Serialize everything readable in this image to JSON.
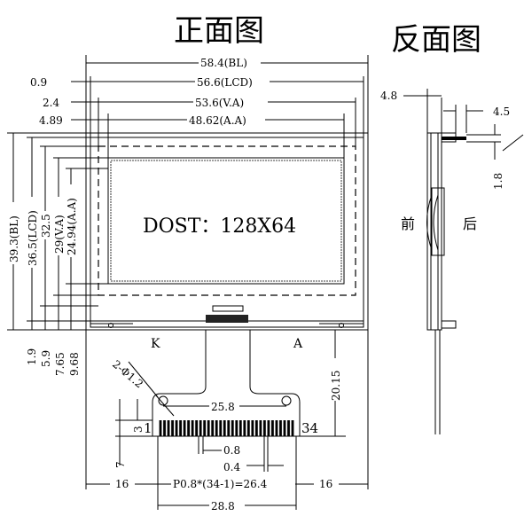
{
  "titles": {
    "front": "正面图",
    "back": "反面图"
  },
  "module_label": "DOST：128X64",
  "side_labels": {
    "front": "前",
    "back": "后"
  },
  "pin_labels": {
    "k": "K",
    "a": "A",
    "pin1": "1",
    "pin34": "34"
  },
  "dimensions": {
    "top": {
      "d1_left": "0.9",
      "d1_main": "58.4(BL)",
      "d2_main": "56.6(LCD)",
      "d3_left": "2.4",
      "d3_main": "53.6(V.A)",
      "d4_left": "4.89",
      "d4_main": "48.62(A.A)"
    },
    "left": {
      "h1": "39.3(BL)",
      "h2": "36.5(LCD)",
      "h3": "32.5",
      "h4": "29(V.A)",
      "h5": "24.94(A.A)",
      "b1": "1.9",
      "b2": "5.9",
      "b3": "7.65",
      "b4": "9.68"
    },
    "side": {
      "w": "4.8",
      "t": "4.5",
      "p": "1.8"
    },
    "fpc": {
      "hole": "2-Φ1.2",
      "hole_pitch": "25.8",
      "tail": "20.15",
      "pitch": "0.8",
      "width": "0.4",
      "three": "3",
      "seven": "7",
      "side_left": "16",
      "span": "P0.8*(34-1)=26.4",
      "side_right": "16",
      "total": "28.8"
    }
  }
}
